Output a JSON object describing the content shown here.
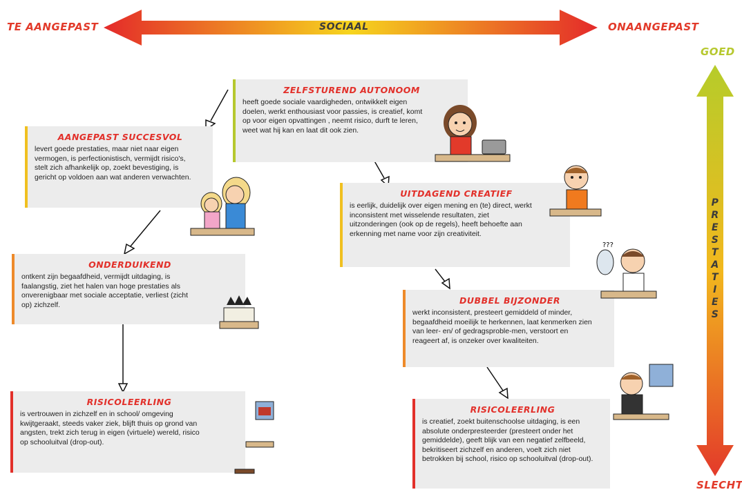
{
  "axes": {
    "social_left": "TE AANGEPAST",
    "social_center": "SOCIAAL",
    "social_right": "ONAANGEPAST",
    "perf_top": "GOED",
    "perf_bottom": "SLECHT",
    "perf_letters": [
      "P",
      "R",
      "E",
      "S",
      "T",
      "A",
      "T",
      "I",
      "E",
      "S"
    ]
  },
  "cards": {
    "zelfsturend": {
      "title": "ZELFSTUREND AUTONOOM",
      "text": "heeft goede sociale vaardigheden, ontwikkelt eigen doelen, werkt enthousiast voor passies, is creatief, komt op voor eigen opvattingen , neemt risico, durft te leren, weet wat hij kan en laat dit ook zien."
    },
    "aangepast": {
      "title": "AANGEPAST SUCCESVOL",
      "text": "levert goede prestaties, maar niet naar eigen vermogen, is perfectionistisch, vermijdt risico's, stelt zich afhankelijk op, zoekt bevestiging, is gericht op voldoen aan wat anderen verwachten."
    },
    "uitdagend": {
      "title": "UITDAGEND CREATIEF",
      "text": "is eerlijk, duidelijk over eigen mening en (te) direct, werkt inconsistent met wisselende resultaten, ziet uitzonderingen (ook op de regels), heeft behoefte aan erkenning met name voor zijn creativiteit."
    },
    "onderduikend": {
      "title": "ONDERDUIKEND",
      "text": "ontkent zijn begaafdheid, vermijdt uitdaging, is faalangstig, ziet het halen van hoge prestaties als onverenigbaar met sociale acceptatie, verliest (zicht op) zichzelf."
    },
    "dubbel": {
      "title": "DUBBEL BIJZONDER",
      "text": "werkt inconsistent, presteert gemiddeld of minder, begaafdheid moeilijk te herkennen, laat kenmerken zien van leer- en/ of gedragsproble-men, verstoort en reageert af, is onzeker over kwaliteiten."
    },
    "risico_left": {
      "title": "RISICOLEERLING",
      "text": "is vertrouwen in zichzelf en in school/ omgeving kwijtgeraakt, steeds vaker ziek, blijft thuis op grond van angsten, trekt zich terug in eigen (virtuele) wereld, risico op schooluitval (drop-out)."
    },
    "risico_right": {
      "title": "RISICOLEERLING",
      "text": "is creatief, zoekt buitenschoolse uitdaging, is een absolute onderpresteerder (presteert onder het gemiddelde), geeft blijk van een negatief zelfbeeld, bekritiseert zichzelf en anderen, voelt zich niet betrokken bij school, risico op schooluitval (drop-out)."
    }
  },
  "doodle_text": {
    "question_marks": "???"
  },
  "colors": {
    "title_red": "#e2302a",
    "card_bg": "#ececec",
    "bar_yellow": "#f0c020",
    "bar_orange": "#ee8a2a",
    "bar_red": "#e2302a",
    "bar_green": "#b6c82e"
  }
}
